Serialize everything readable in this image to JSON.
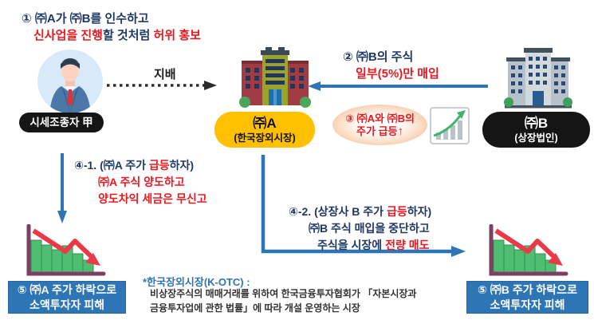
{
  "step1": {
    "line1": "① ㈜A가 ㈜B를 인수하고",
    "line2_part1": "신사업을 진행",
    "line2_part2": "할 것처럼 ",
    "line2_part3": "허위 홍보"
  },
  "manipulator": {
    "label": "시세조종자 甲"
  },
  "control": {
    "label": "지배"
  },
  "company_a": {
    "name": "㈜A",
    "desc": "(한국장외시장)"
  },
  "company_b": {
    "name": "㈜B",
    "desc": "(상장법인)"
  },
  "step2": {
    "line1": "② ㈜B의 주식",
    "line2": "일부(5%)만 매입"
  },
  "step3": {
    "line1": "③ ㈜A와 ㈜B의",
    "line2": "주가 급등",
    "arrow": "↑"
  },
  "step4_1": {
    "line1_part1": "④-1. (㈜A 주가 ",
    "line1_part2": "급등",
    "line1_part3": "하자)",
    "line2": "㈜A 주식 양도하고",
    "line3": "양도차익 세금은 무신고"
  },
  "step4_2": {
    "line1_part1": "④-2. (상장사 B 주가 ",
    "line1_part2": "급등",
    "line1_part3": "하자)",
    "line2": "㈜B 주식 매입을 중단하고",
    "line3_part1": "주식을 시장에 ",
    "line3_part2": "전량 매도"
  },
  "result_a": {
    "line1": "⑤ ㈜A 주가 하락으로",
    "line2": "소액투자자 피해"
  },
  "result_b": {
    "line1": "⑤ ㈜B 주가 하락으로",
    "line2": "소액투자자 피해"
  },
  "footnote": {
    "title": "*한국장외시장(K-OTC) :",
    "line1": "비상장주식의 매매거래를 위하여 한국금융투자협회가 「자본시장과",
    "line2": "금융투자업에 관한 법률」에 따라 개설 운영하는 시장"
  },
  "colors": {
    "navy": "#1f3864",
    "red": "#e8191f",
    "arrow_blue": "#2e75b6",
    "box_blue": "#2e75b6",
    "pill_yellow": "#ffc000",
    "pill_black": "#151515"
  }
}
